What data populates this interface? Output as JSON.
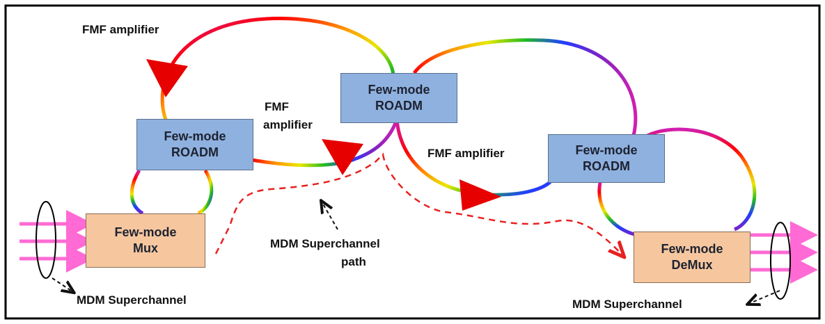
{
  "roadms": [
    {
      "line1": "Few-mode",
      "line2": "ROADM"
    },
    {
      "line1": "Few-mode",
      "line2": "ROADM"
    },
    {
      "line1": "Few-mode",
      "line2": "ROADM"
    }
  ],
  "mux": {
    "line1": "Few-mode",
    "line2": "Mux"
  },
  "demux": {
    "line1": "Few-mode",
    "line2": "DeMux"
  },
  "labels": {
    "amp_top": "FMF amplifier",
    "amp_mid_1": "FMF",
    "amp_mid_2": "amplifier",
    "amp_right": "FMF amplifier",
    "path_1": "MDM Superchannel",
    "path_2": "path",
    "superchannel_left": "MDM Superchannel",
    "superchannel_right": "MDM Superchannel"
  },
  "colors": {
    "roadm_fill": "#8fb1df",
    "mux_fill": "#f6c79f",
    "amplifier": "#e60000",
    "path_dash": "#e82020",
    "input_arrows": "#ff6ad5"
  }
}
